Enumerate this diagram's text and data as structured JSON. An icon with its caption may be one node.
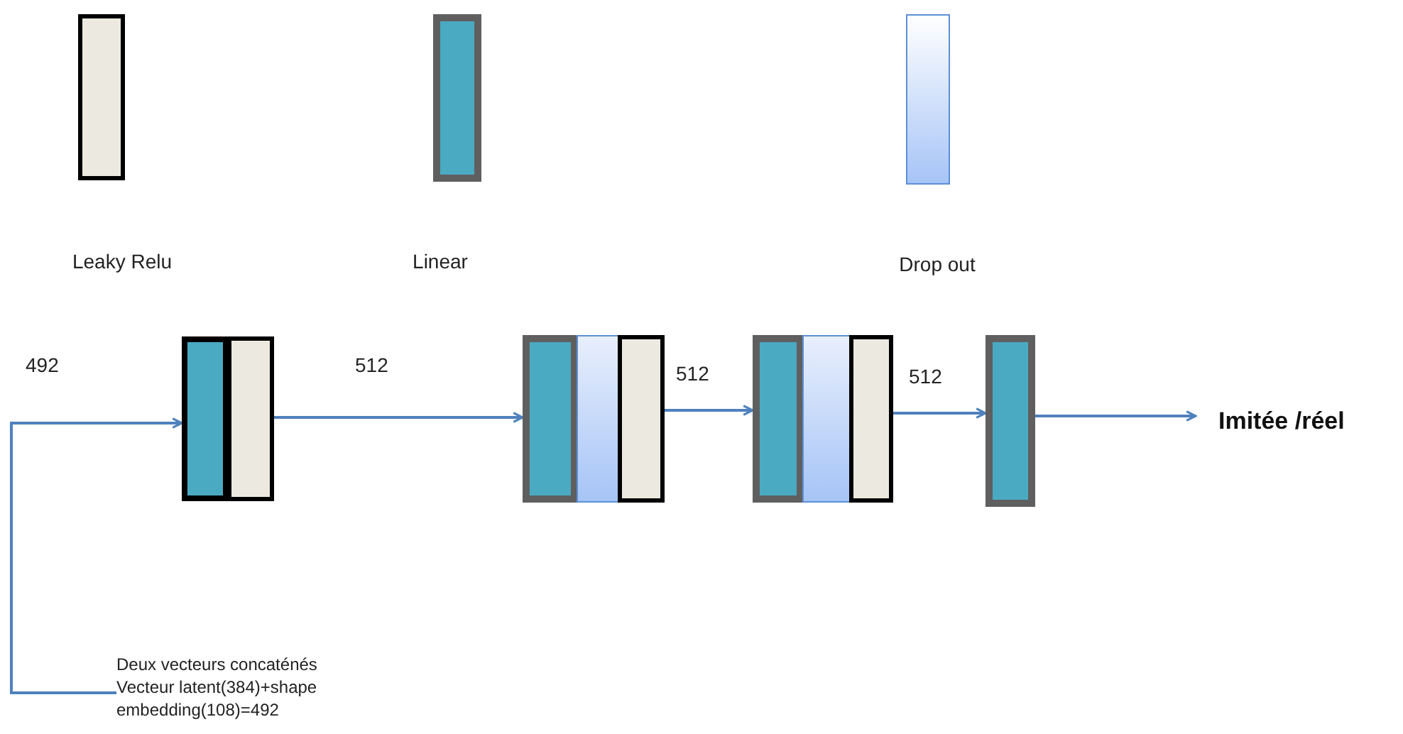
{
  "diagram": {
    "nodes": [
      {
        "text": [
          "Deux vecteurs concaténés Vecteur latent(384)+shape embedding(108)=492"
        ]
      },
      {
        "text": [],
        "shape": "bar"
      },
      {
        "text": [],
        "shape": "bar"
      },
      {
        "text": [],
        "shape": "bar"
      },
      {
        "text": [],
        "shape": "bar"
      },
      {
        "text": [],
        "shape": "bar"
      },
      {
        "text": [],
        "shape": "bar"
      },
      {
        "text": [],
        "shape": "bar"
      },
      {
        "text": [],
        "shape": "bar"
      },
      {
        "text": [],
        "shape": "bar"
      },
      {
        "text": [
          "Imitée /réel"
        ]
      }
    ],
    "edges": [
      {
        "from": 0,
        "to": 1,
        "arrow": "to",
        "label": "492"
      },
      {
        "from": 2,
        "to": 3,
        "arrow": "to",
        "label": "512"
      },
      {
        "from": 5,
        "to": 6,
        "arrow": "to",
        "label": "512"
      },
      {
        "from": 8,
        "to": 9,
        "arrow": "to",
        "label": "512"
      },
      {
        "from": 9,
        "to": 10,
        "arrow": "to"
      }
    ],
    "legend": [
      {
        "text": "Leaky Relu",
        "color": "#ece9e0"
      },
      {
        "text": "Linear",
        "color": "#4aaac2"
      },
      {
        "text": "Drop out",
        "color": "#a6c4f7"
      }
    ]
  }
}
